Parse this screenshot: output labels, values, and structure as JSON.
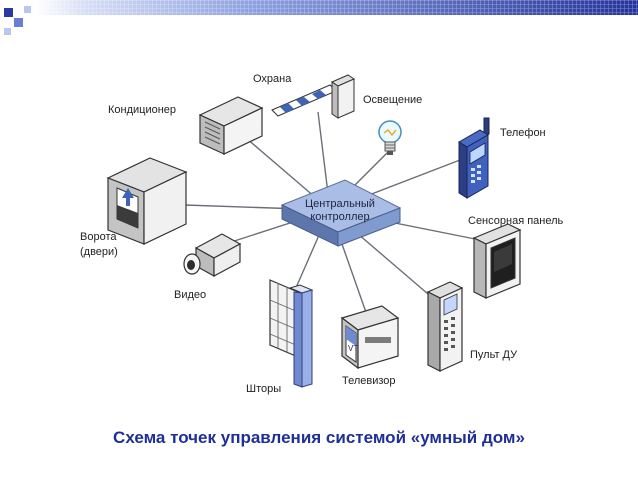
{
  "diagram": {
    "hub_line1": "Центральный",
    "hub_line2": "контроллер",
    "labels": {
      "security": "Охрана",
      "ac": "Кондиционер",
      "lighting": "Освещение",
      "phone": "Телефон",
      "gate_line1": "Ворота",
      "gate_line2": "(двери)",
      "touch_panel": "Сенсорная панель",
      "video": "Видео",
      "remote": "Пульт ДУ",
      "blinds": "Шторы",
      "tv": "Телевизор"
    },
    "tv_screen_text": "VT"
  },
  "caption": "Схема точек управления системой «умный дом»",
  "colors": {
    "caption": "#1f2f98",
    "hub": "#7f9bcf",
    "connector": "#6b6f78",
    "header_dark": "#2b3aa0",
    "header_mid": "#6a7fd0",
    "header_light": "#b9c6ee"
  },
  "icons": [
    "air-conditioner-icon",
    "security-barrier-icon",
    "light-bulb-icon",
    "mobile-phone-icon",
    "gate-icon",
    "video-camera-icon",
    "blinds-icon",
    "tv-icon",
    "remote-control-icon",
    "touch-panel-icon"
  ]
}
